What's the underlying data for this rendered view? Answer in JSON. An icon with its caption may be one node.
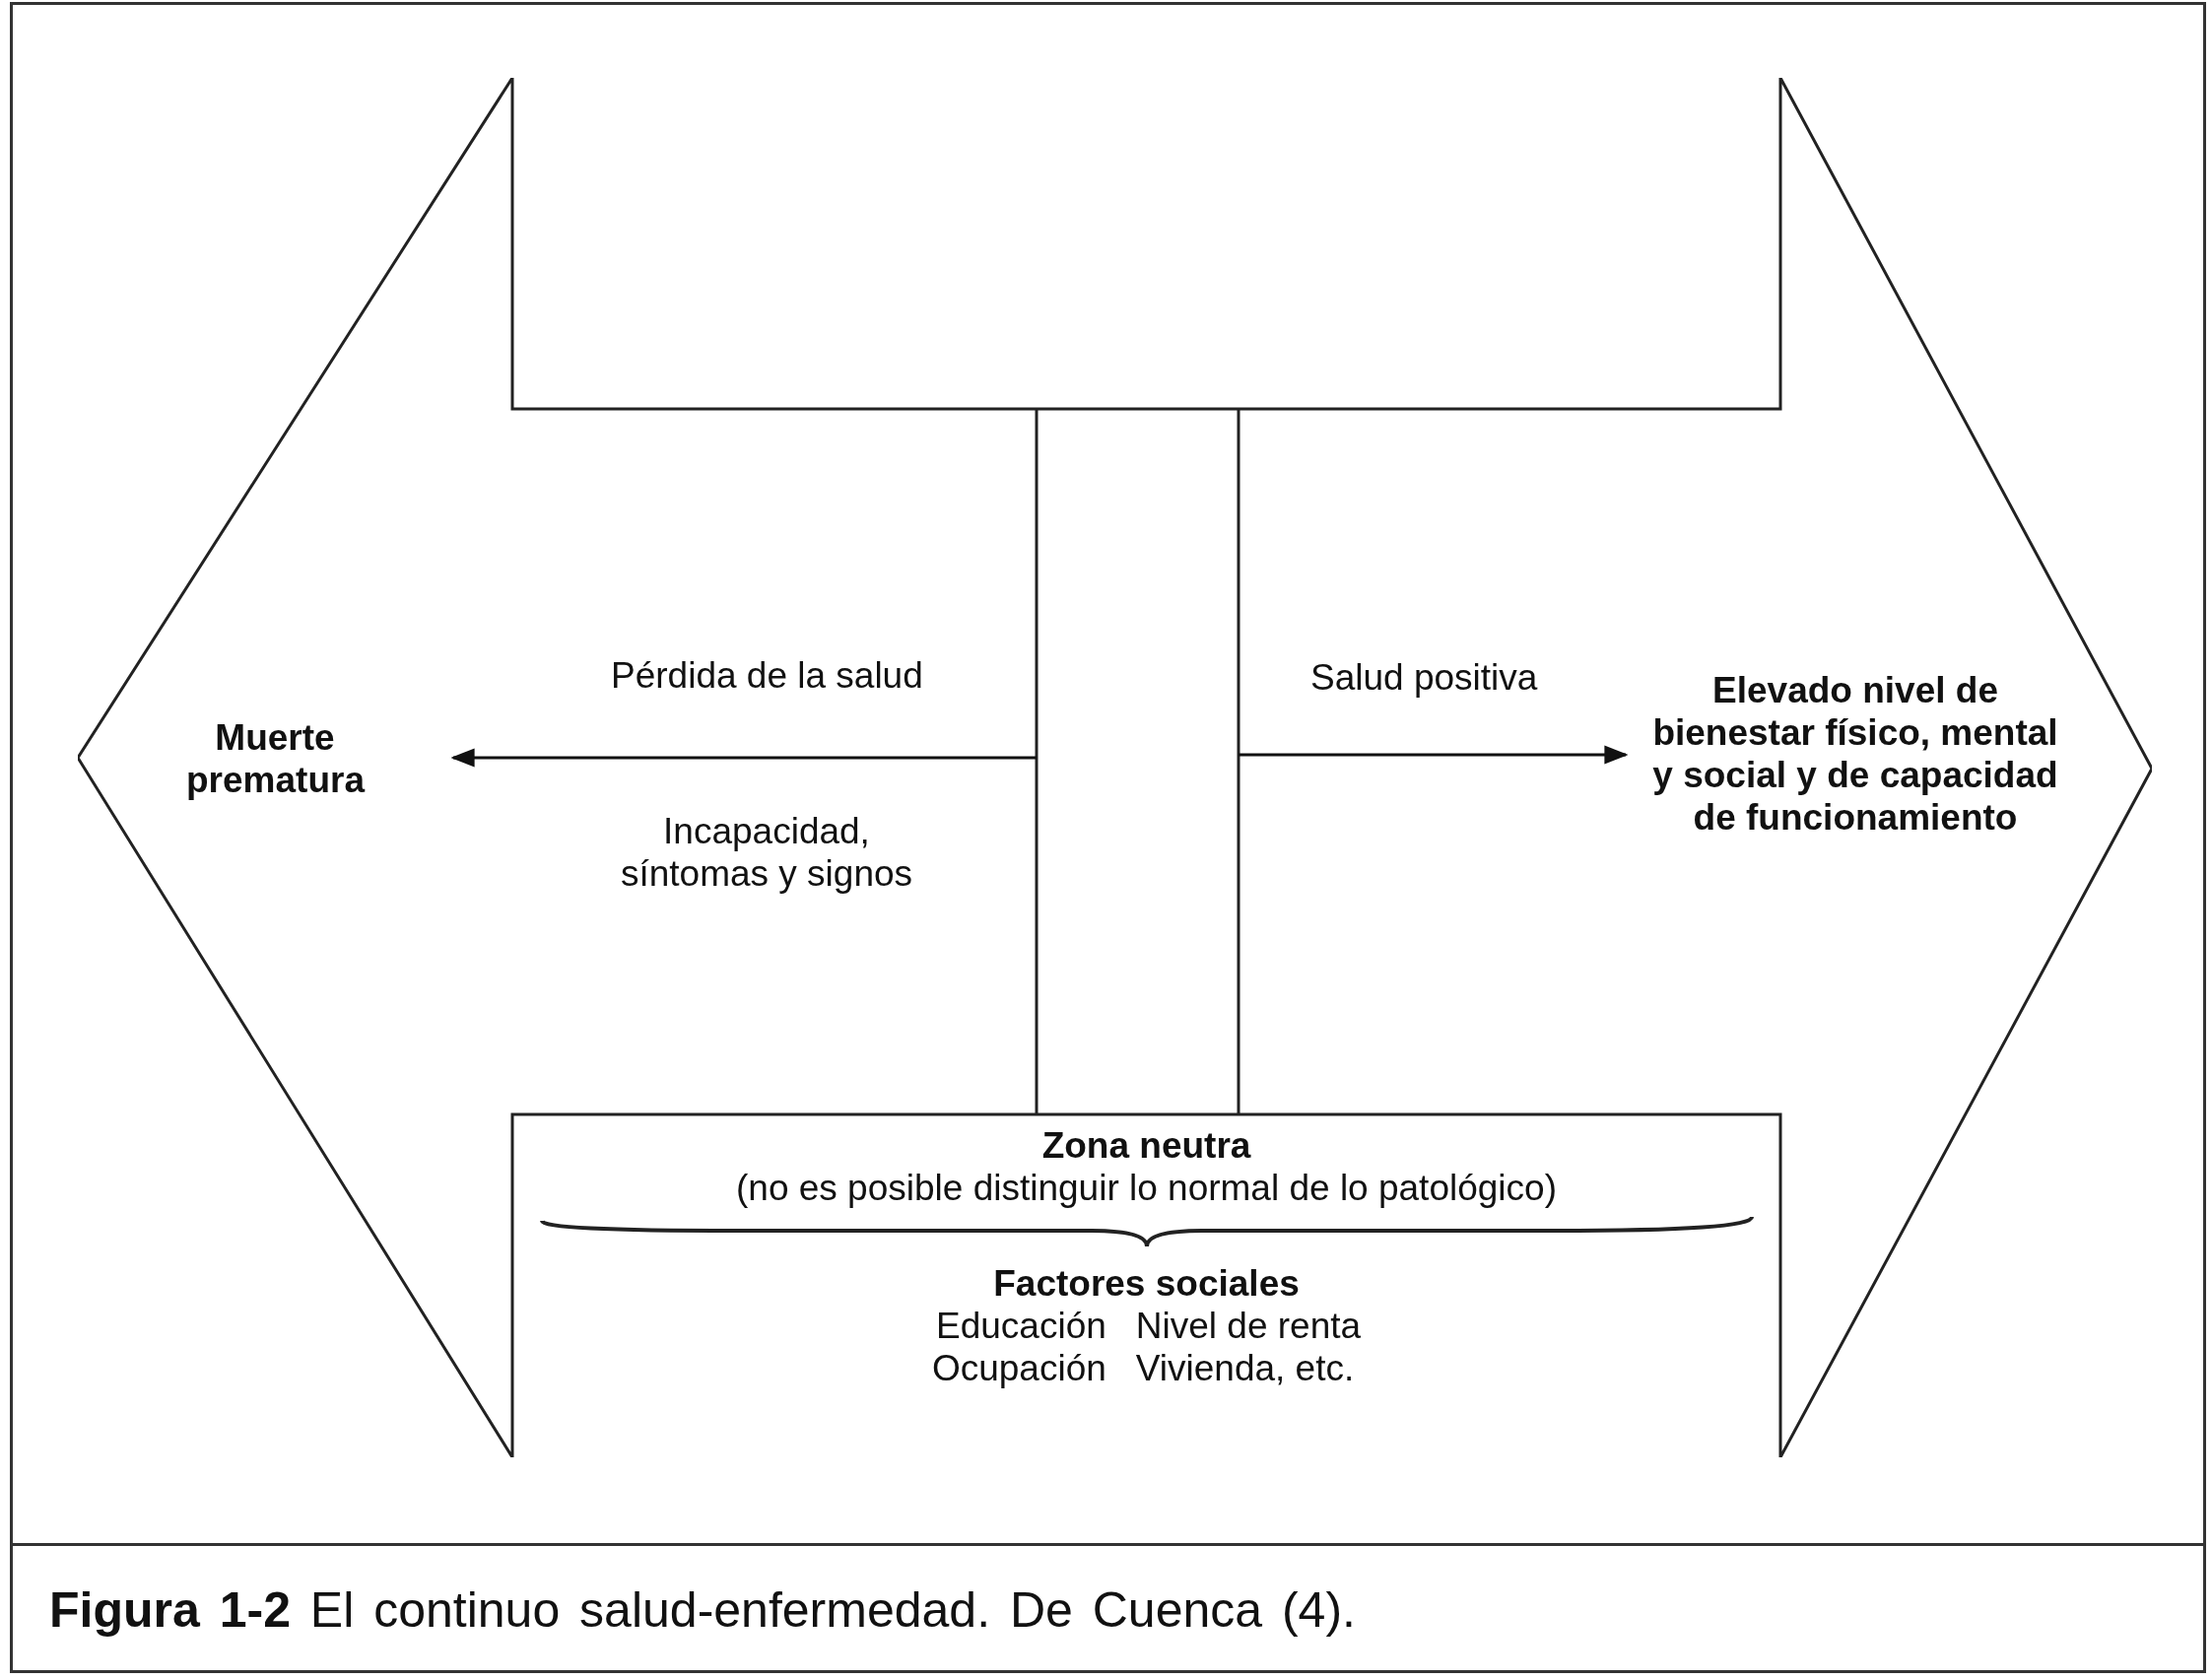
{
  "diagram": {
    "caption": "**Figura 1-2** El continuo salud-enfermedad. De Cuenca (4).",
    "nodes": [
      {
        "text": [],
        "shape": "arrow"
      },
      {
        "text": [
          "Muerte prematura"
        ],
        "in": 0
      },
      {
        "text": [
          "Elevado nivel de bienestar físico, mental y social y de capacidad de funcionamiento"
        ],
        "in": 0
      },
      {
        "text": [
          "Zona neutra",
          "(no es posible distinguir lo normal de lo patológico)",
          "Factores sociales",
          "Educación",
          "Nivel de renta",
          "Ocupación",
          "Vivienda, etc."
        ],
        "in": 0
      }
    ],
    "edges": [
      {
        "from": null,
        "to": 1,
        "arrow": "to",
        "label": "Pérdida de la salud"
      },
      {
        "from": null,
        "to": 2,
        "arrow": "to",
        "label": "Salud positiva"
      }
    ],
    "labels": [
      "Incapacidad, síntomas y signos"
    ]
  }
}
